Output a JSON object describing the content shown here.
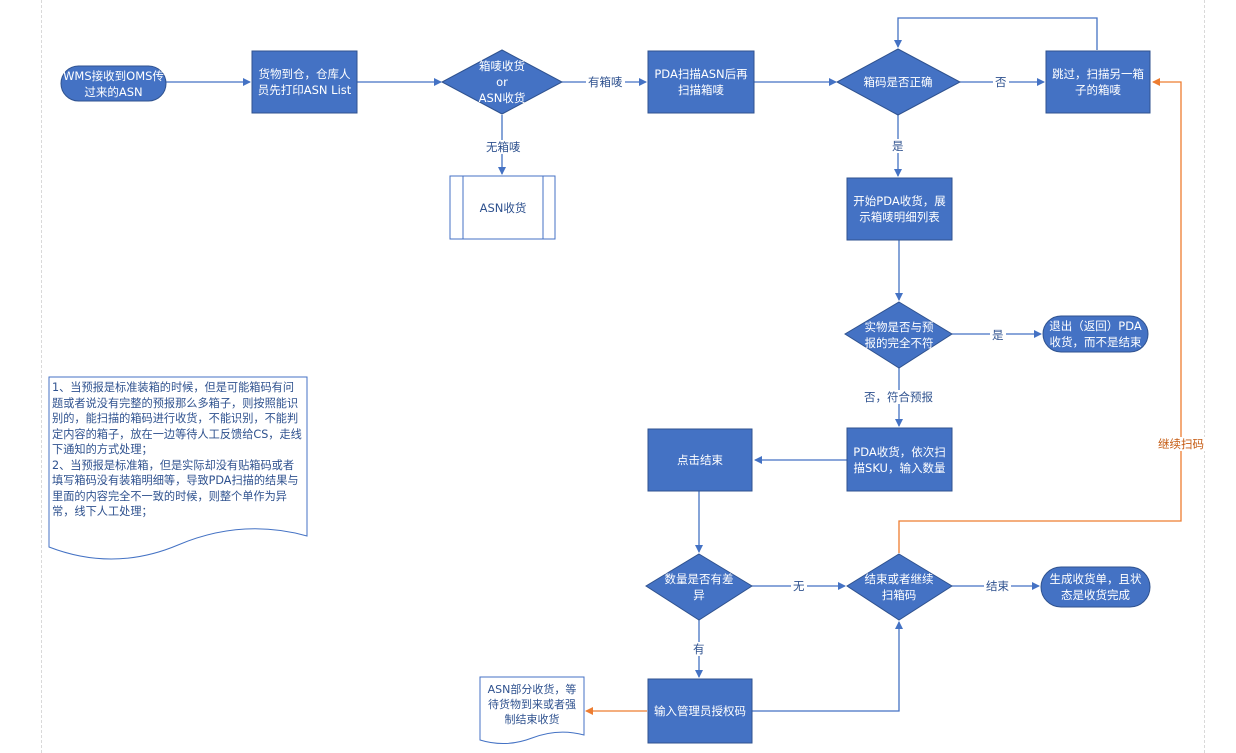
{
  "colors": {
    "node_fill": "#4472c4",
    "node_stroke": "#2f528f",
    "edge": "#4472c4",
    "feedback_edge": "#ed7d31",
    "doc_stroke": "#4472c4",
    "label_text": "#2f528f"
  },
  "nodes": {
    "start": "WMS接收到OMS传\n过来的ASN",
    "goods_arrive": "货物到仓，仓库人\n员先打印ASN List",
    "decision_box_or_asn": "箱唛收货\nor\nASN收货",
    "asn_receive": "ASN收货",
    "pda_scan_asn": "PDA扫描ASN后再\n扫描箱唛",
    "decision_box_code": "箱码是否正确",
    "skip_box": "跳过，扫描另一箱\n子的箱唛",
    "start_pda_receive": "开始PDA收货，展\n示箱唛明细列表",
    "decision_mismatch": "实物是否与预\n报的完全不符",
    "exit_receive": "退出（返回）PDA\n收货，而不是结束",
    "pda_scan_sku": "PDA收货，依次扫\n描SKU，输入数量",
    "click_finish": "点击结束",
    "decision_qty_diff": "数量是否有差\n异",
    "decision_finish_continue": "结束或者继续\n扫箱码",
    "generate_receipt": "生成收货单，且状\n态是收货完成",
    "admin_auth": "输入管理员授权码",
    "partial_receive": "ASN部分收货，等\n待货物到来或者强\n制结束收货"
  },
  "edge_labels": {
    "has_box_mark": "有箱唛",
    "no_box_mark": "无箱唛",
    "no": "否",
    "yes_down": "是",
    "yes_right": "是",
    "no_matches_forecast": "否，符合预报",
    "none": "无",
    "has": "有",
    "finish": "结束",
    "continue_scan": "继续扫码"
  },
  "note": "1、当预报是标准装箱的时候，但是可能箱码有问题或者说没有完整的预报那么多箱子，则按照能识别的，能扫描的箱码进行收货，不能识别，不能判定内容的箱子，放在一边等待人工反馈给CS，走线下通知的方式处理；\n2、当预报是标准箱，但是实际却没有贴箱码或者填写箱码没有装箱明细等，导致PDA扫描的结果与里面的内容完全不一致的时候，则整个单作为异常，线下人工处理；"
}
